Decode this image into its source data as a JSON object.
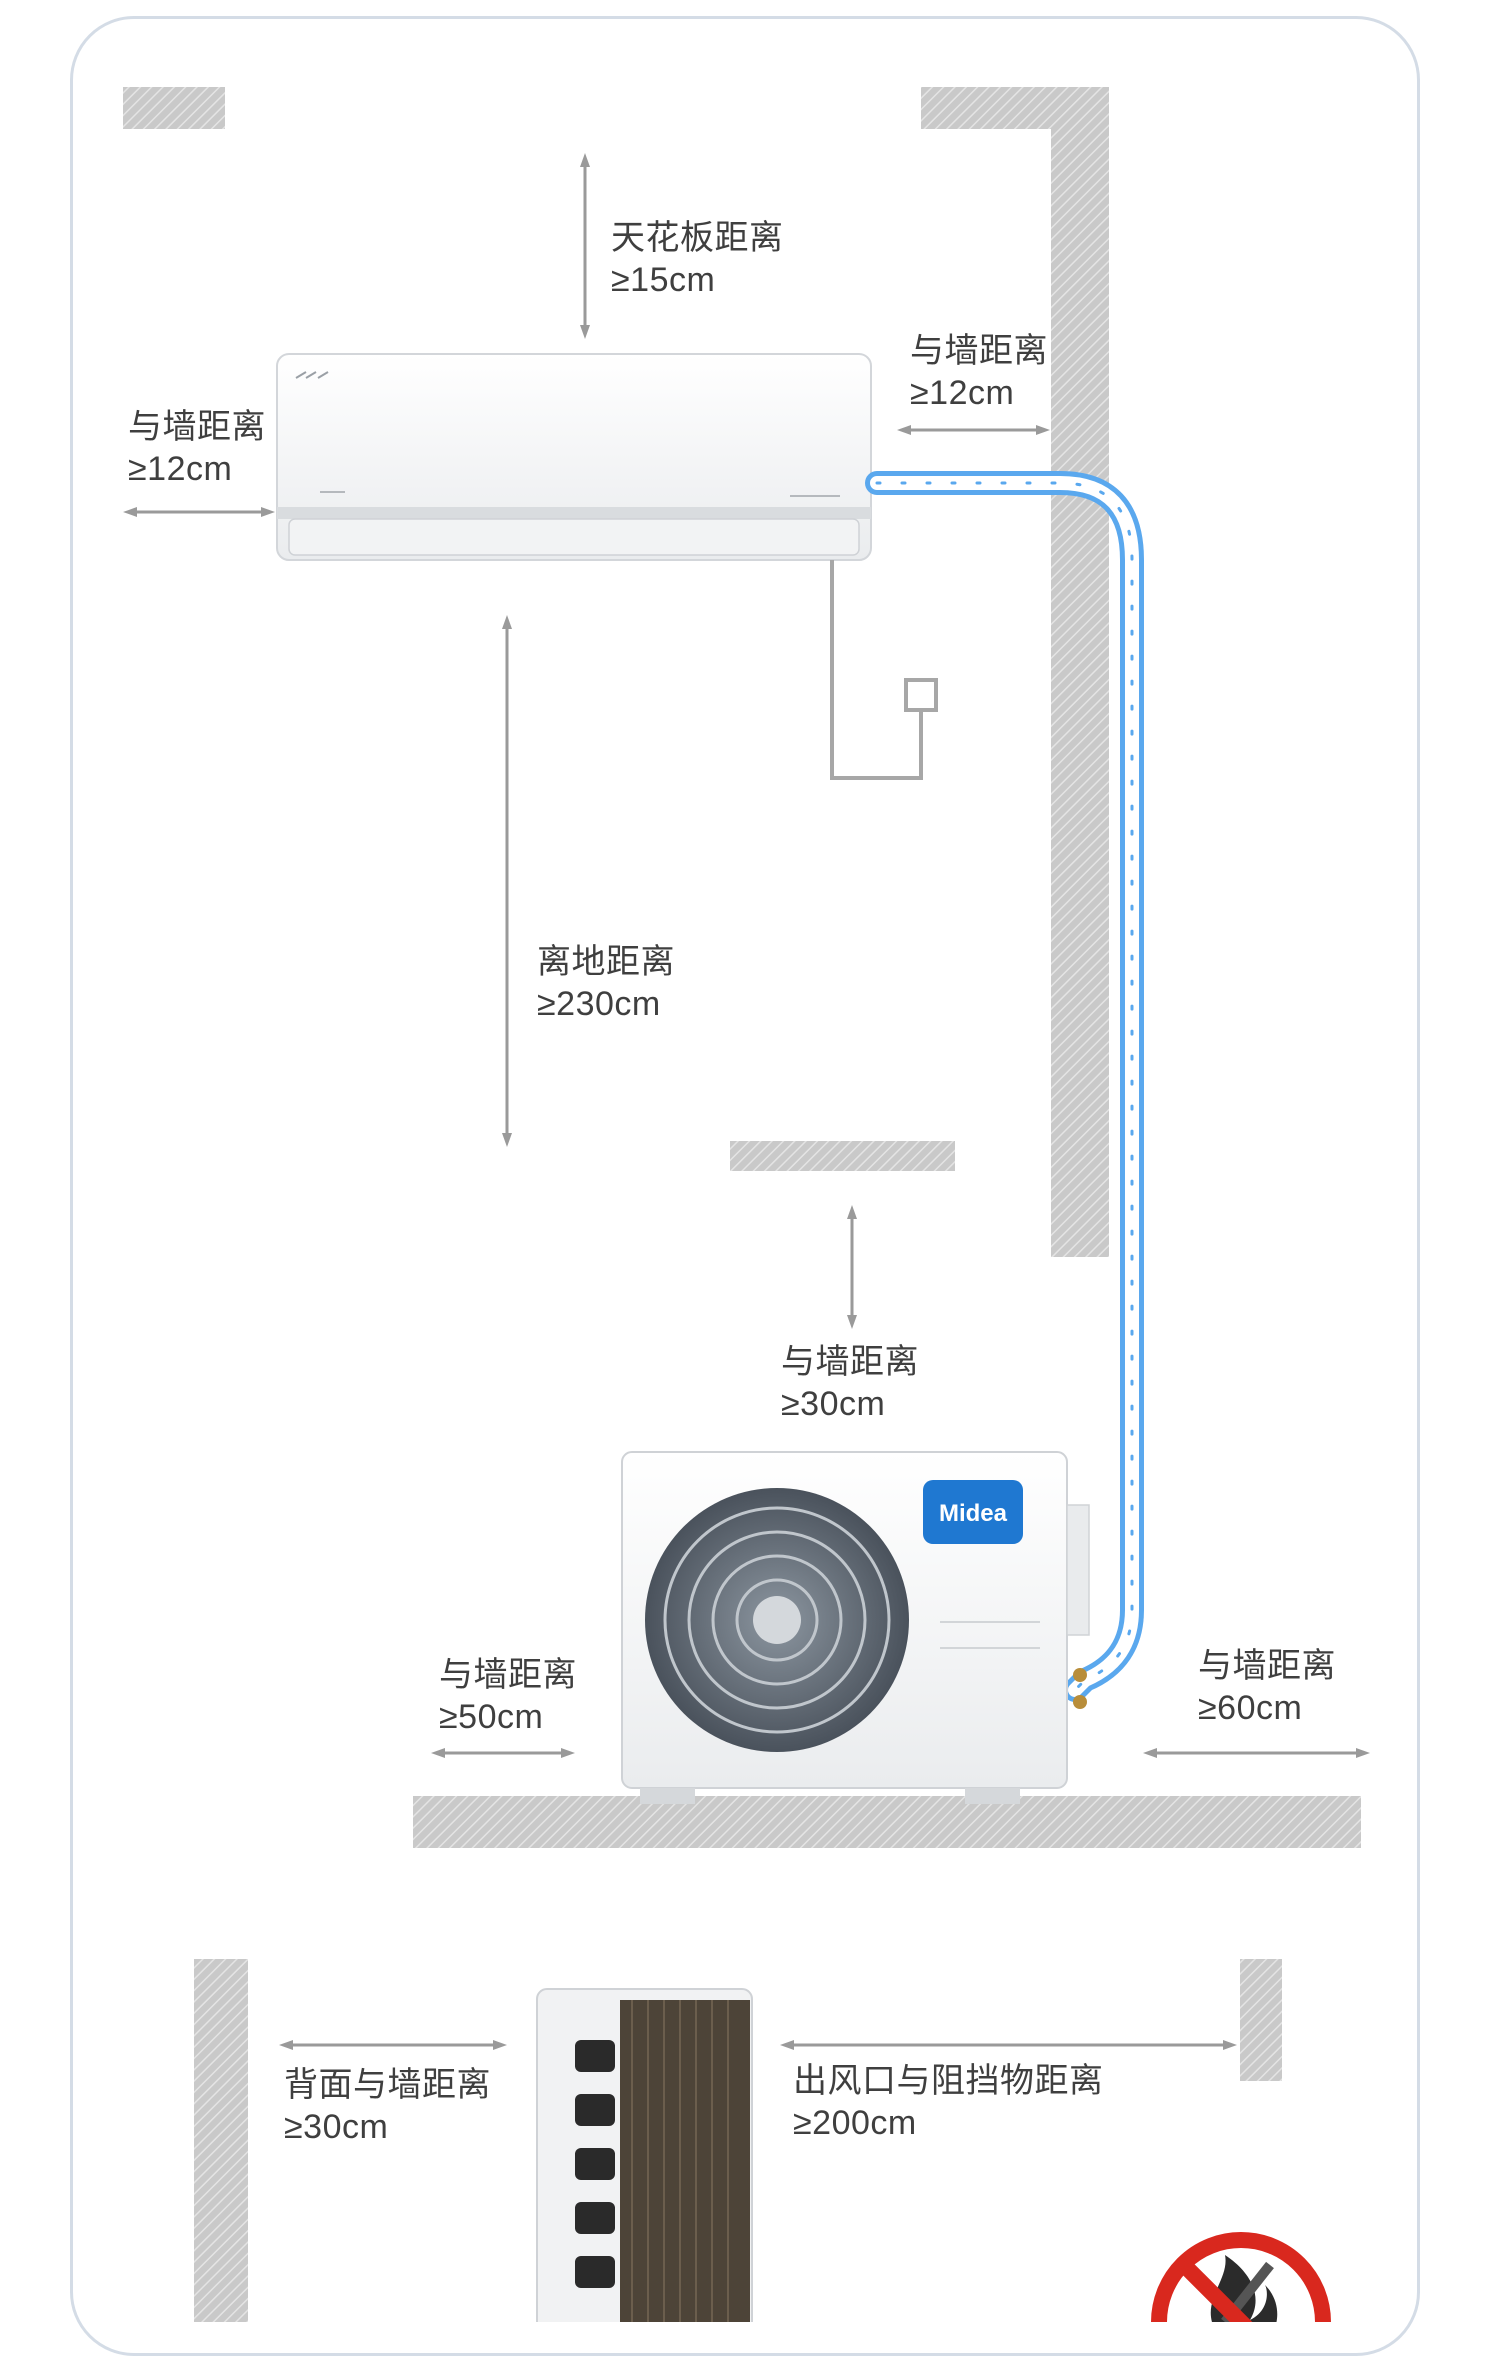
{
  "labels": {
    "ceiling_name": "天花板距离",
    "ceiling_value": "≥15cm",
    "indoor_left_name": "与墙距离",
    "indoor_left_value": "≥12cm",
    "indoor_right_name": "与墙距离",
    "indoor_right_value": "≥12cm",
    "floor_name": "离地距离",
    "floor_value": "≥230cm",
    "outdoor_top_name": "与墙距离",
    "outdoor_top_value": "≥30cm",
    "outdoor_left_name": "与墙距离",
    "outdoor_left_value": "≥50cm",
    "outdoor_right_name": "与墙距离",
    "outdoor_right_value": "≥60cm",
    "back_name": "背面与墙距离",
    "back_value": "≥30cm",
    "outlet_name": "出风口与阻挡物距离",
    "outlet_value": "≥200cm"
  },
  "brand": {
    "logo_text": "Midea",
    "logo_color": "#1f78d1"
  },
  "colors": {
    "pipe": "#5aa8ee",
    "wall": "#c6c6c6",
    "arrow": "#9a9a9a",
    "prohibit": "#d9281e"
  },
  "icons": {
    "prohibit": "no-fire-icon"
  }
}
